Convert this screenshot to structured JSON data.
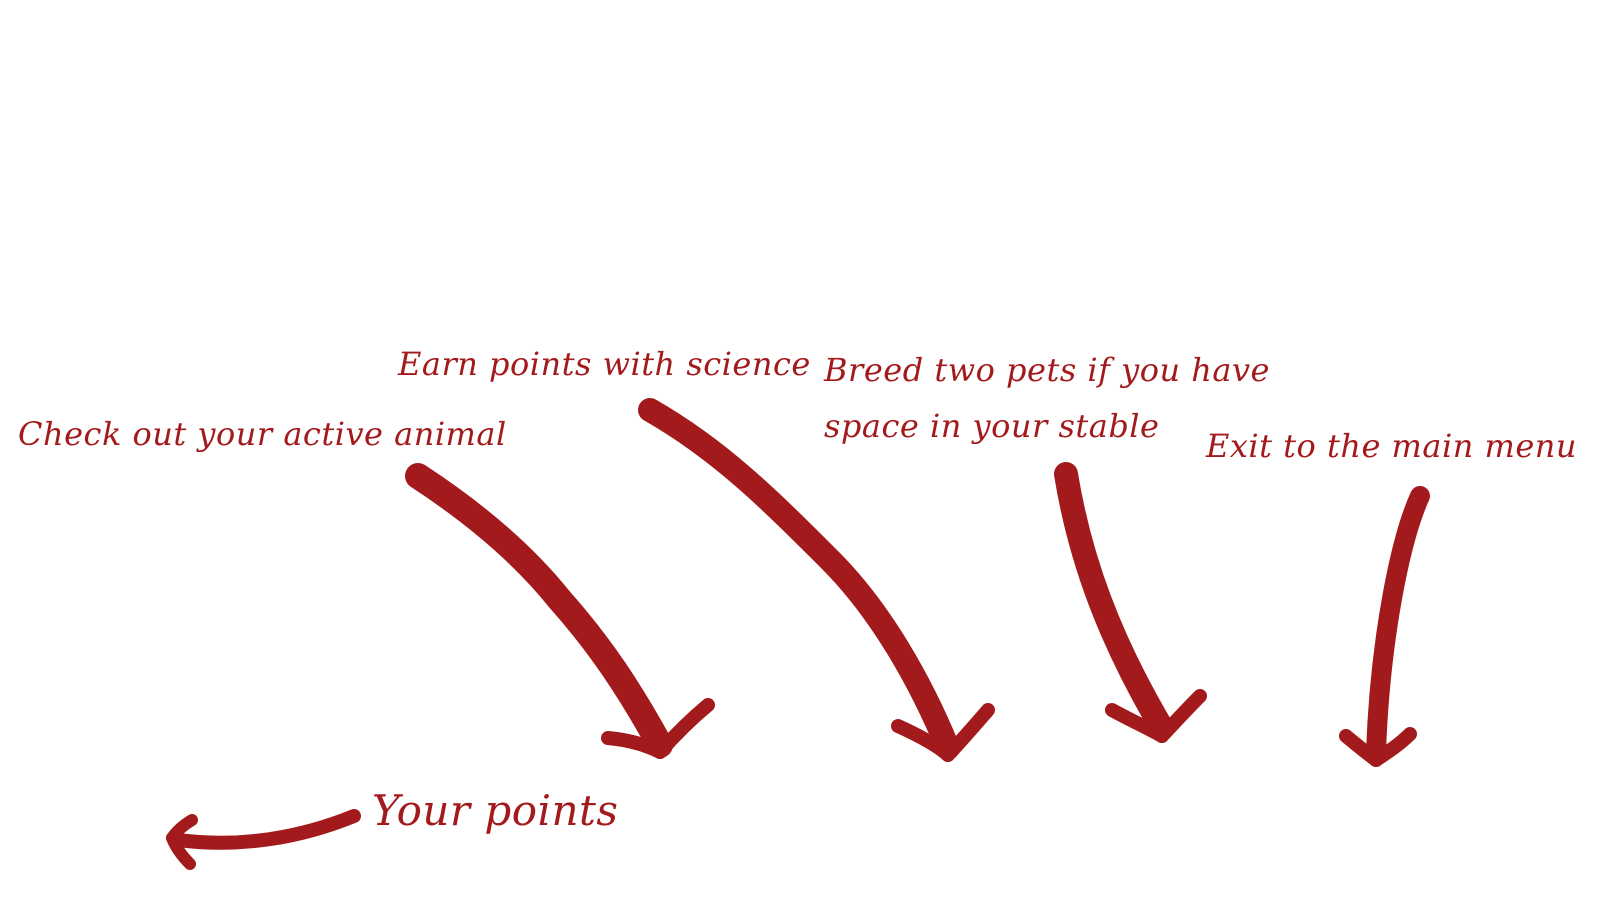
{
  "annotation_color": "#a31a1c",
  "annotations": {
    "active_animal": "Check out your active animal",
    "science": "Earn points with science",
    "breed": "Breed two pets if you have space in your stable",
    "exit": "Exit to the main menu",
    "points": "Your points"
  }
}
